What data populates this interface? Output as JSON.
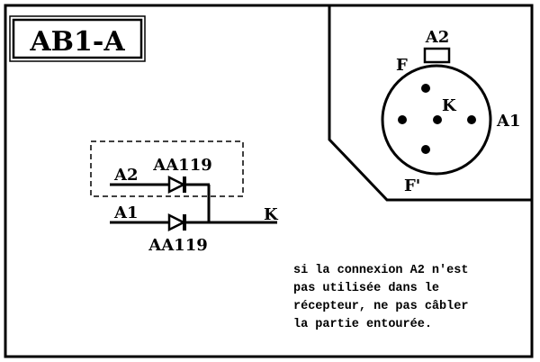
{
  "title": "AB1-A",
  "circuit": {
    "input_a2": "A2",
    "input_a1": "A1",
    "output_k": "K",
    "diode_top": "AA119",
    "diode_bottom": "AA119"
  },
  "connector": {
    "pin_a2": "A2",
    "pin_f": "F",
    "pin_k": "K",
    "pin_a1": "A1",
    "pin_f2": "F'"
  },
  "note": {
    "lines": [
      "si la connexion A2 n'est",
      "pas utilisée dans le",
      "récepteur, ne pas câbler",
      "la partie entourée."
    ]
  }
}
